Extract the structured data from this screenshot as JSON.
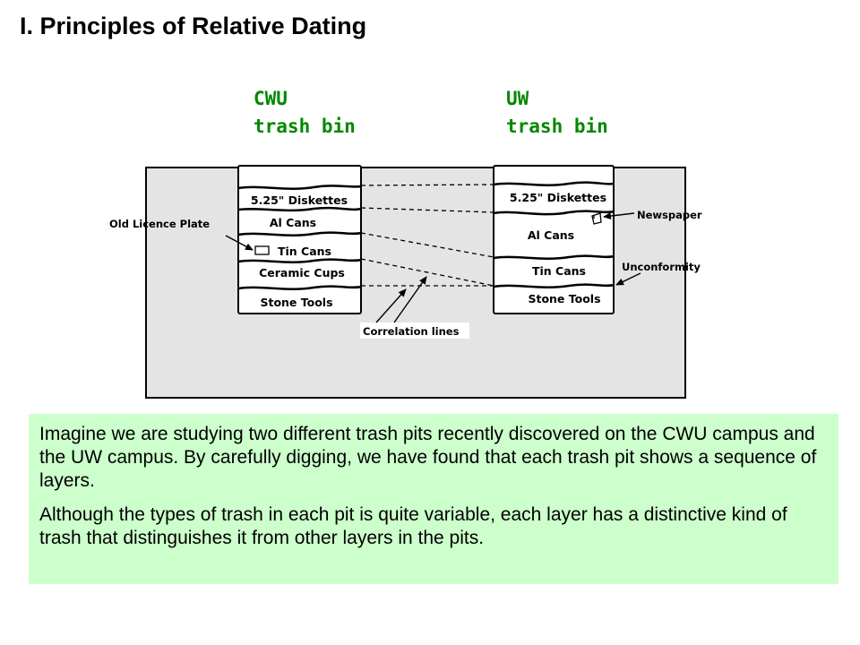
{
  "title": "I. Principles of Relative Dating",
  "cwu_label": "CWU\ntrash bin",
  "uw_label": "UW\ntrash bin",
  "cwu_layers": [
    "5.25\" Diskettes",
    "Al Cans",
    "Tin Cans",
    "Ceramic Cups",
    "Stone Tools"
  ],
  "uw_layers": [
    "5.25\" Diskettes",
    "Al Cans",
    "Tin Cans",
    "Stone Tools"
  ],
  "callouts": {
    "licence_plate": "Old Licence Plate",
    "newspaper": "Newspaper",
    "unconformity": "Unconformity",
    "correlation": "Correlation lines"
  },
  "paragraphs": [
    "Imagine we are studying two different trash pits recently discovered on the CWU campus and the UW campus.  By carefully digging, we have found that each trash pit shows a sequence of layers.",
    "Although the types of trash in each pit is quite variable, each layer has a distinctive kind of trash that distinguishes it from other layers in the pits."
  ],
  "colors": {
    "ground": "#e4e4e4",
    "bin_fill": "#ffffff",
    "label_green": "#008800",
    "box_green": "#ccffcc"
  }
}
